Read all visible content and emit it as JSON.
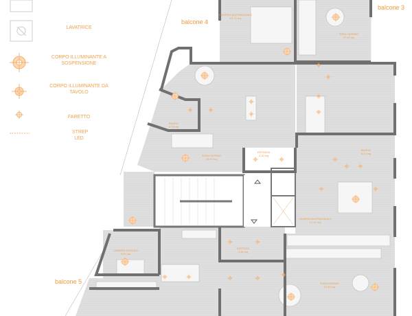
{
  "legend": {
    "items": [
      {
        "symbol": "washing-machine-icon",
        "label": "LAVATRICE"
      },
      {
        "symbol": "pendant-light-icon",
        "label": "CORPO ILLUMINANTE A SOSPENSIONE"
      },
      {
        "symbol": "table-light-icon",
        "label": "CORPO ILLUMINANTE DA TAVOLO"
      },
      {
        "symbol": "spotlight-icon",
        "label": "FARETTO"
      },
      {
        "symbol": "led-strip-icon",
        "label": "STREP LED"
      }
    ]
  },
  "balconies": {
    "b3": "balcone 3",
    "b4": "balcone 4",
    "b5": "balcone 5"
  },
  "rooms": [
    {
      "name": "CAMERA MATRIMONIALE",
      "area": "15.73 mq"
    },
    {
      "name": "ZONA GIORNO",
      "area": "27.40 mq"
    },
    {
      "name": "BAGNO",
      "area": "4.75 mq"
    },
    {
      "name": "ZONA GIORNO",
      "area": "29.00 mq"
    },
    {
      "name": "ENTRATA",
      "area": "3.15 mq"
    },
    {
      "name": "BAGNO",
      "area": "5.10 mq"
    },
    {
      "name": "CAMERA MATRIMONIALE",
      "area": "14.00 mq"
    },
    {
      "name": "CAMERA SINGOLA",
      "area": "9.25 mq"
    },
    {
      "name": "ENTRATA",
      "area": "4.58 mq"
    },
    {
      "name": "ZONA GIORNO",
      "area": "20.40 mq"
    }
  ],
  "colors": {
    "accent": "#f2a14a",
    "wall": "#6e6e6e",
    "floor": "#dcdcdc"
  }
}
